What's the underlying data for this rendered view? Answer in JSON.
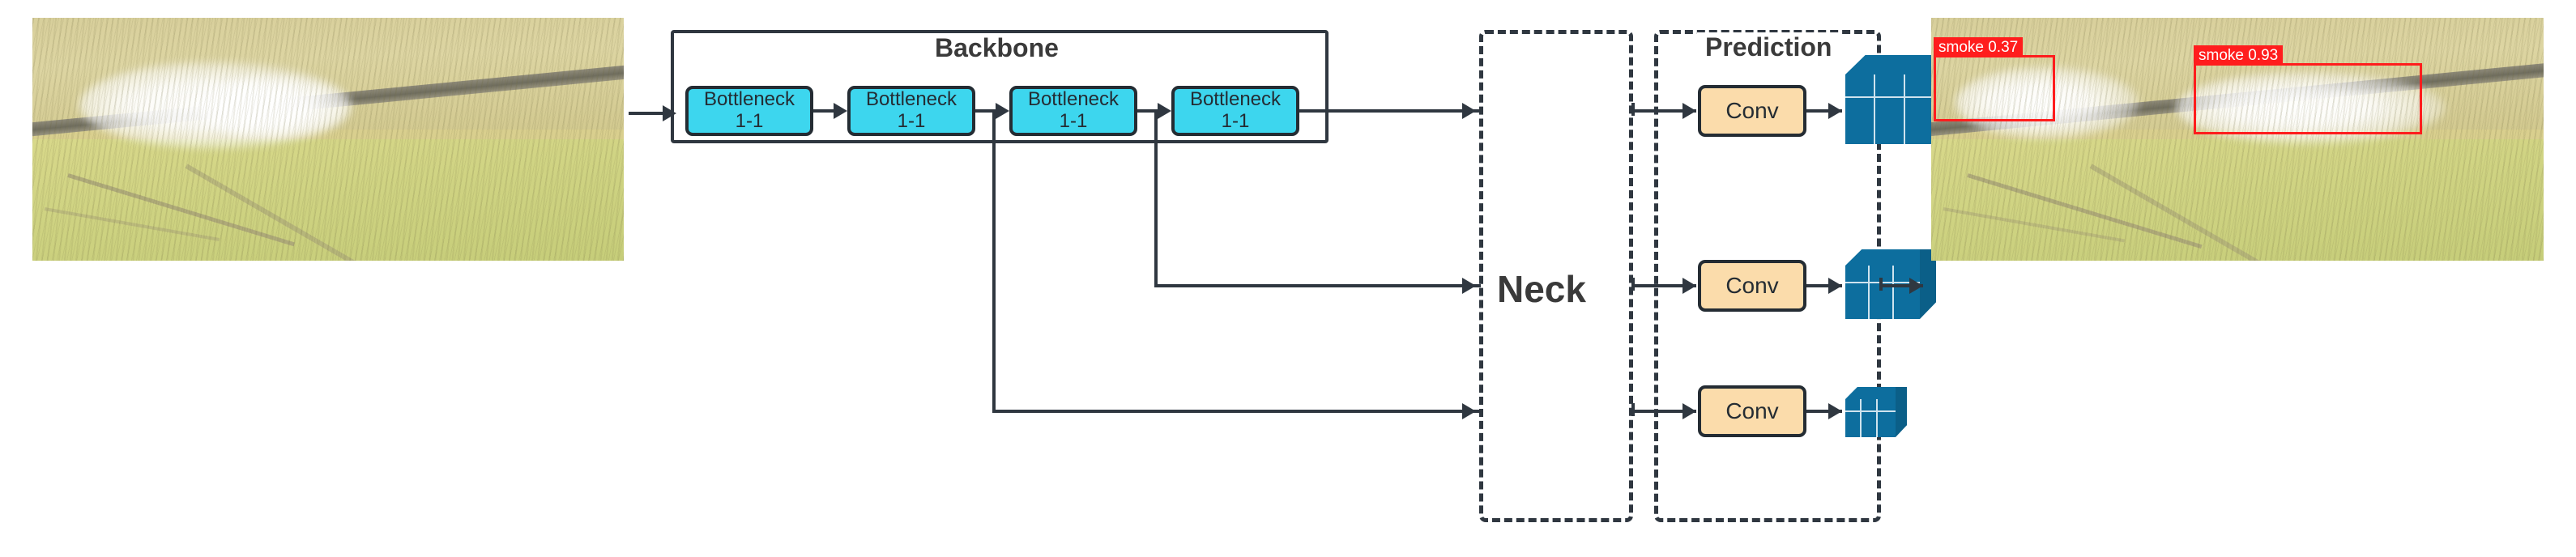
{
  "figure": {
    "type": "architecture-diagram",
    "subject": "smoke detection network pipeline"
  },
  "input_image": {
    "name": "input-field-smoke-photo",
    "description": "aerial photo of a yellow-green field with a white smoke plume"
  },
  "backbone": {
    "title": "Backbone",
    "blocks": [
      {
        "label_line1": "Bottleneck",
        "label_line2": "1-1"
      },
      {
        "label_line1": "Bottleneck",
        "label_line2": "1-1"
      },
      {
        "label_line1": "Bottleneck",
        "label_line2": "1-1"
      },
      {
        "label_line1": "Bottleneck",
        "label_line2": "1-1"
      }
    ]
  },
  "neck": {
    "title": "Neck"
  },
  "prediction": {
    "title": "Prediction",
    "branches": [
      {
        "conv_label": "Conv",
        "output_scale": "large"
      },
      {
        "conv_label": "Conv",
        "output_scale": "medium"
      },
      {
        "conv_label": "Conv",
        "output_scale": "small"
      }
    ]
  },
  "output_image": {
    "name": "output-detection-result",
    "description": "same aerial photo with red smoke bounding boxes",
    "detections": [
      {
        "class": "smoke",
        "score": "0.37",
        "label": "smoke 0.37"
      },
      {
        "class": "smoke",
        "score": "0.93",
        "label": "smoke 0.93"
      }
    ]
  },
  "colors": {
    "bottleneck_fill": "#3dd6ee",
    "conv_fill": "#fbdcab",
    "cube_fill": "#0d6e9e",
    "stroke": "#2f3740",
    "detection_box": "#ff1d1d"
  }
}
